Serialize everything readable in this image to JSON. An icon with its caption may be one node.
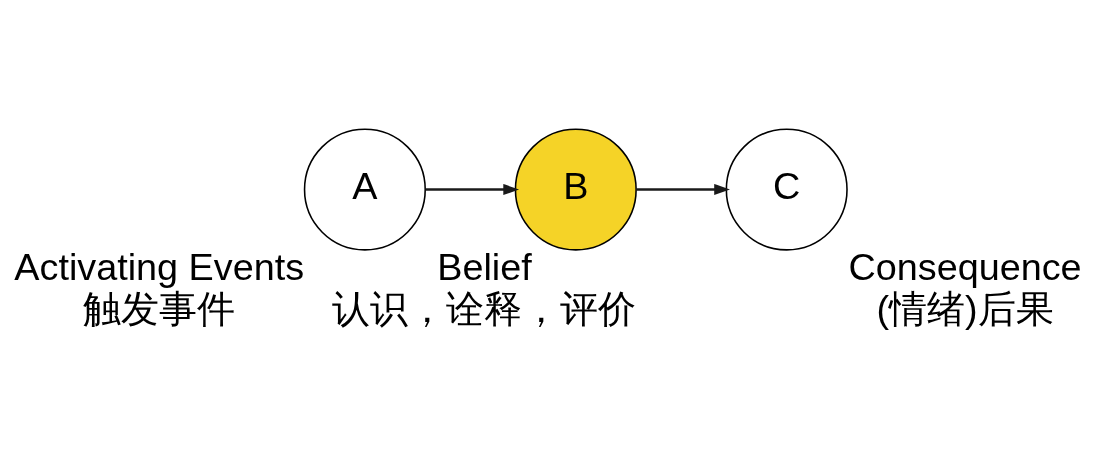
{
  "diagram": {
    "nodes": [
      {
        "text": [
          "A"
        ],
        "beside": [
          "Activating Events",
          "触发事件"
        ]
      },
      {
        "text": [
          "B"
        ],
        "beside": [
          "Belief",
          "认识，诠释，评价"
        ]
      },
      {
        "text": [
          "C"
        ],
        "beside": [
          "Consequence",
          "(情绪)后果"
        ]
      }
    ],
    "edges": [
      {
        "from": 0,
        "to": 1,
        "arrow": "to"
      },
      {
        "from": 1,
        "to": 2,
        "arrow": "to"
      }
    ]
  }
}
